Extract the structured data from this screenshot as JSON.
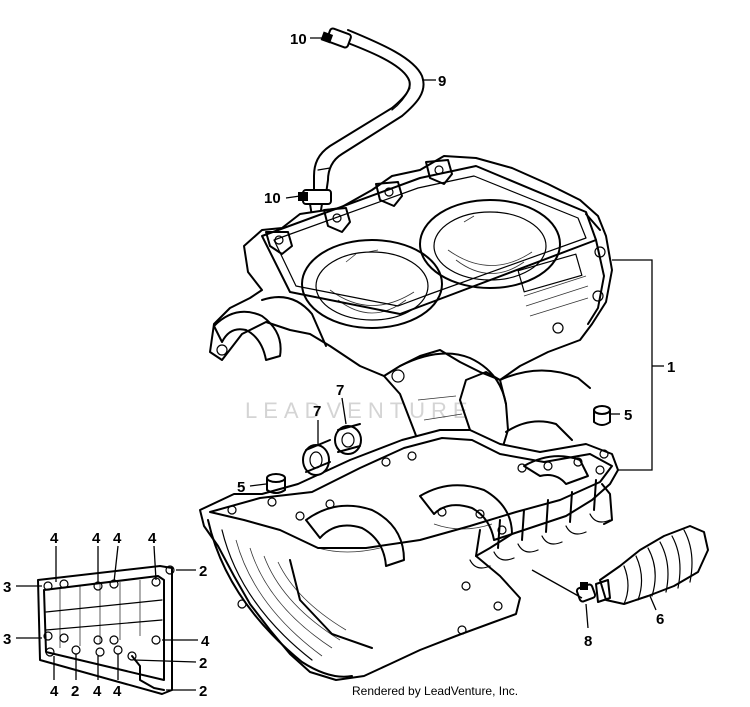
{
  "watermark": "LEADVENTURE",
  "credit": "Rendered by LeadVenture, Inc.",
  "callouts": {
    "c10a": "10",
    "c9": "9",
    "c10b": "10",
    "c1": "1",
    "c5a": "5",
    "c7a": "7",
    "c7b": "7",
    "c5b": "5",
    "c6": "6",
    "c8": "8",
    "p4a": "4",
    "p4b": "4",
    "p4c": "4",
    "p4d": "4",
    "p2a": "2",
    "p3a": "3",
    "p3b": "3",
    "p4e": "4",
    "p2b": "2",
    "p4f": "4",
    "p2c": "2",
    "p4g": "4",
    "p4h": "4",
    "p2d": "2"
  }
}
